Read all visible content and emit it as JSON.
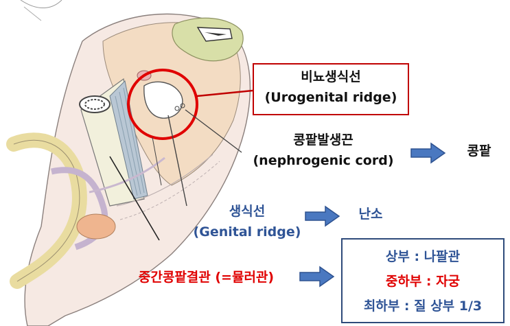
{
  "colors": {
    "red": "#e00000",
    "blue": "#2f5496",
    "black": "#111111",
    "box_border_red": "#c00000",
    "box_border_blue": "#2e4a7a",
    "arrow_fill": "#4a78c0",
    "arrow_stroke": "#2e5290"
  },
  "labels": {
    "urogenital_ko": "비뇨생식선",
    "urogenital_en": "(Urogenital ridge)",
    "nephrogenic_ko": "콩팥발생끈",
    "nephrogenic_en": "(nephrogenic cord)",
    "kidney": "콩팥",
    "genital_ko": "생식선",
    "genital_en": "(Genital ridge)",
    "ovary": "난소",
    "mesonephric_duct": "중간콩팥결관 (=뮬러관)"
  },
  "derivatives": [
    {
      "text": "상부 : 나팔관",
      "color": "#2f5496"
    },
    {
      "text": "중하부 : 자궁",
      "color": "#e00000"
    },
    {
      "text": "최하부 : 질 상부 1/3",
      "color": "#2f5496"
    }
  ],
  "icons": {
    "arrow": "right-arrow-icon",
    "highlight": "red-circle-highlight"
  }
}
